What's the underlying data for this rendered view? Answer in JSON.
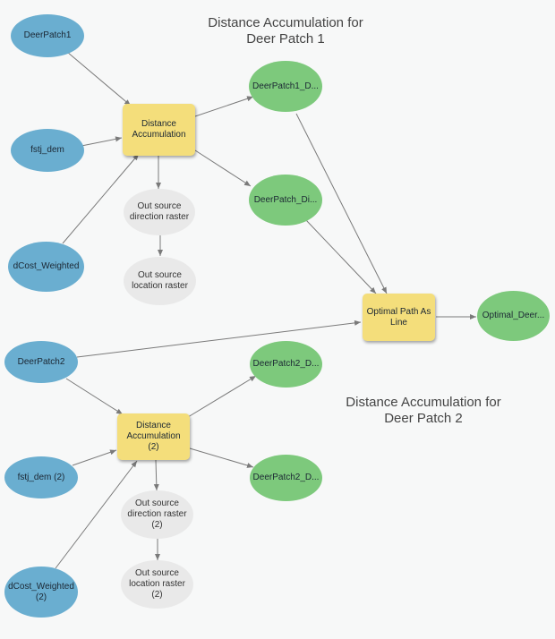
{
  "titles": {
    "model1": "Distance Accumulation for\nDeer Patch 1",
    "model2": "Distance Accumulation for\nDeer Patch 2"
  },
  "nodes": {
    "deerpatch1": "DeerPatch1",
    "fstj_dem": "fstj_dem",
    "dcost_weighted": "dCost_Weighted",
    "distance_accumulation": "Distance\nAccumulation",
    "out_direction_1": "Out source\ndirection raster",
    "out_location_1": "Out source\nlocation raster",
    "deerpatch1_out": "DeerPatch1_D...",
    "deerpatch_di": "DeerPatch_Di...",
    "optimal_path": "Optimal Path As\nLine",
    "optimal_deer": "Optimal_Deer...",
    "deerpatch2": "DeerPatch2",
    "fstj_dem_2": "fstj_dem (2)",
    "dcost_weighted_2": "dCost_Weighted\n(2)",
    "distance_accumulation_2": "Distance\nAccumulation (2)",
    "out_direction_2": "Out source\ndirection raster\n(2)",
    "out_location_2": "Out source\nlocation raster\n(2)",
    "deerpatch2_out_a": "DeerPatch2_D...",
    "deerpatch2_out_b": "DeerPatch2_D..."
  },
  "colors": {
    "input": "#6aaed0",
    "output": "#7dc97c",
    "derived": "#e9e9e9",
    "tool": "#f4de7b",
    "connector": "#7a7a7a"
  }
}
